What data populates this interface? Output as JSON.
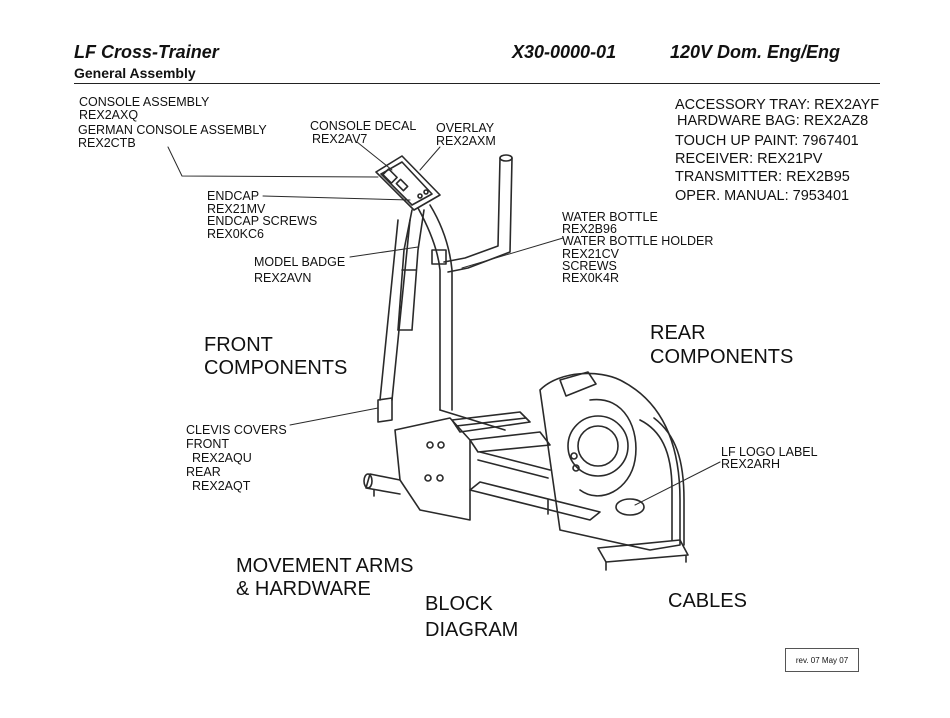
{
  "header": {
    "product": "LF  Cross-Trainer",
    "part_number": "X30-0000-01",
    "voltage_lang": "120V Dom. Eng/Eng",
    "subtitle": "General Assembly"
  },
  "labels": {
    "console_assembly": "CONSOLE  ASSEMBLY",
    "console_assembly_pn": "REX2AXQ",
    "german_console_assembly": "GERMAN CONSOLE  ASSEMBLY",
    "german_console_assembly_pn": "REX2CTB",
    "console_decal": "CONSOLE DECAL",
    "console_decal_pn": "REX2AV7",
    "overlay": "OVERLAY",
    "overlay_pn": "REX2AXM",
    "endcap": "ENDCAP",
    "endcap_pn": "REX21MV",
    "endcap_screws": "ENDCAP SCREWS",
    "endcap_screws_pn": "REX0KC6",
    "model_badge": "MODEL BADGE",
    "model_badge_pn": "REX2AVN",
    "water_bottle": "WATER BOTTLE",
    "water_bottle_pn": "REX2B96",
    "water_bottle_holder": "WATER BOTTLE HOLDER",
    "water_bottle_holder_pn": "REX21CV",
    "screws": "SCREWS",
    "screws_pn": "REX0K4R",
    "clevis_covers": "CLEVIS COVERS",
    "clevis_front": "FRONT",
    "clevis_front_pn": "REX2AQU",
    "clevis_rear": "REAR",
    "clevis_rear_pn": "REX2AQT",
    "lf_logo_label": "LF LOGO LABEL",
    "lf_logo_label_pn": "REX2ARH"
  },
  "accessories": [
    "ACCESSORY TRAY: REX2AYF",
    "HARDWARE BAG: REX2AZ8",
    "TOUCH UP PAINT: 7967401",
    "RECEIVER: REX21PV",
    "TRANSMITTER: REX2B95",
    "OPER. MANUAL: 7953401"
  ],
  "sections": {
    "front_1": "FRONT",
    "front_2": "COMPONENTS",
    "rear_1": "REAR",
    "rear_2": "COMPONENTS",
    "movement_1": "MOVEMENT ARMS",
    "movement_2": "& HARDWARE",
    "block_1": "BLOCK",
    "block_2": "DIAGRAM",
    "cables": "CABLES"
  },
  "revision": "rev.  07 May 07"
}
